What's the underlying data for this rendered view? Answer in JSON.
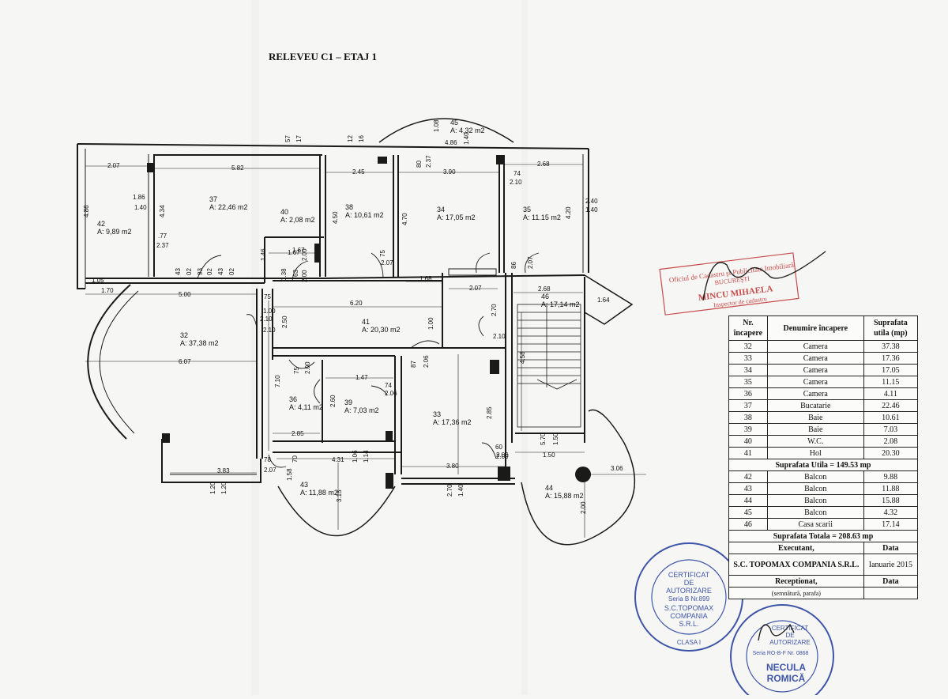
{
  "title": "RELEVEU C1 – ETAJ 1",
  "rooms": [
    {
      "id": "32",
      "area": "A: 37,38 m2"
    },
    {
      "id": "33",
      "area": "A: 17,36 m2"
    },
    {
      "id": "34",
      "area": "A: 17,05 m2"
    },
    {
      "id": "35",
      "area": "A: 11.15 m2"
    },
    {
      "id": "36",
      "area": "A: 4,11 m2"
    },
    {
      "id": "37",
      "area": "A: 22,46 m2"
    },
    {
      "id": "38",
      "area": "A: 10,61 m2"
    },
    {
      "id": "39",
      "area": "A: 7,03 m2"
    },
    {
      "id": "40",
      "area": "A: 2,08 m2"
    },
    {
      "id": "41",
      "area": "A: 20,30 m2"
    },
    {
      "id": "42",
      "area": "A: 9,89 m2"
    },
    {
      "id": "43",
      "area": "A: 11,88 m2"
    },
    {
      "id": "44",
      "area": "A: 15,88 m2"
    },
    {
      "id": "45",
      "area": "A: 4,32 m2"
    },
    {
      "id": "46",
      "area": "A: 17,14 m2"
    }
  ],
  "dimensions": [
    "2.07",
    "5.82",
    "2.45",
    "3.90",
    "2.68",
    "4.86",
    "4.34",
    "1.86",
    "1.40",
    ".77",
    "2.37",
    "1.67",
    "4.50",
    "4.70",
    "4.20",
    "2.40",
    "1.40",
    "1.46",
    "1.67",
    "1.38",
    "2.00",
    "1.68",
    "2.07",
    "2.68",
    "1.64",
    "5.00",
    "6.20",
    "2.50",
    "2.10",
    "1.00",
    "2.70",
    "2.10",
    "6.07",
    "7.10",
    "2.85",
    "1.47",
    "2.60",
    "2.85",
    "4.58",
    "5.70",
    "1.50",
    "1.50",
    "3.06",
    "2.00",
    "2.00",
    "3.83",
    "2.07",
    "1.58",
    "4.31",
    "3.15",
    "3.80",
    "2.70",
    "1.40",
    "1.20",
    "1.20",
    "1.05",
    "1.70",
    "1.08",
    "4.86",
    "1.40",
    "57",
    "17",
    "12",
    "16",
    "80",
    "2.37",
    "74",
    "2.10",
    "75",
    "2.07",
    "86",
    "2.07",
    "60",
    "2.00",
    "78",
    "70",
    "1.06",
    "1.14",
    "87",
    "2.06",
    "74",
    "2.06",
    "75",
    "2.00",
    "63",
    "2.00",
    "75",
    "1.00",
    "2.10",
    "43",
    "02",
    "93",
    "02",
    "43",
    "02"
  ],
  "table": {
    "headers": {
      "nr": "Nr. încapere",
      "name": "Denumire încapere",
      "area": "Suprafata utila (mp)"
    },
    "rows_util": [
      {
        "nr": "32",
        "name": "Camera",
        "area": "37.38"
      },
      {
        "nr": "33",
        "name": "Camera",
        "area": "17.36"
      },
      {
        "nr": "34",
        "name": "Camera",
        "area": "17.05"
      },
      {
        "nr": "35",
        "name": "Camera",
        "area": "11.15"
      },
      {
        "nr": "36",
        "name": "Camera",
        "area": "4.11"
      },
      {
        "nr": "37",
        "name": "Bucatarie",
        "area": "22.46"
      },
      {
        "nr": "38",
        "name": "Baie",
        "area": "10.61"
      },
      {
        "nr": "39",
        "name": "Baie",
        "area": "7.03"
      },
      {
        "nr": "40",
        "name": "W.C.",
        "area": "2.08"
      },
      {
        "nr": "41",
        "name": "Hol",
        "area": "20.30"
      }
    ],
    "total_util": "Suprafata Utila = 149.53 mp",
    "rows_other": [
      {
        "nr": "42",
        "name": "Balcon",
        "area": "9.88"
      },
      {
        "nr": "43",
        "name": "Balcon",
        "area": "11.88"
      },
      {
        "nr": "44",
        "name": "Balcon",
        "area": "15.88"
      },
      {
        "nr": "45",
        "name": "Balcon",
        "area": "4.32"
      },
      {
        "nr": "46",
        "name": "Casa scarii",
        "area": "17.14"
      }
    ],
    "total": "Suprafata Totala = 208.63 mp",
    "executant_label": "Executant,",
    "data_label": "Data",
    "company": "S.C. TOPOMAX COMPANIA S.R.L.",
    "date": "Ianuarie 2015",
    "receptionat_label": "Receptionat,",
    "signature_note": "(semnătură, parafa)"
  },
  "stamps": {
    "company_stamp": {
      "center_text": [
        "CERTIFICAT",
        "DE",
        "AUTORIZARE",
        "Seria B Nr.899",
        "S.C.TOPOMAX",
        "COMPANIA",
        "S.R.L."
      ],
      "bottom": "CLASA I"
    },
    "person_stamp": {
      "center_text": [
        "CERTIFICAT",
        "DE",
        "AUTORIZARE",
        "Seria RO-B-F Nr. 0868"
      ],
      "name": "NECULA",
      "surname": "ROMICĂ"
    },
    "office_stamp": {
      "line1": "Oficiul de Cadastru şi Publicitate Imobiliară",
      "line2": "BUCUREŞTI",
      "name": "MINCU MIHAELA",
      "role": "Inspector de cadastru"
    }
  },
  "colors": {
    "ink": "#1a1a1a",
    "stamp_blue": "#3f55a8",
    "stamp_red": "#c64b4b"
  }
}
